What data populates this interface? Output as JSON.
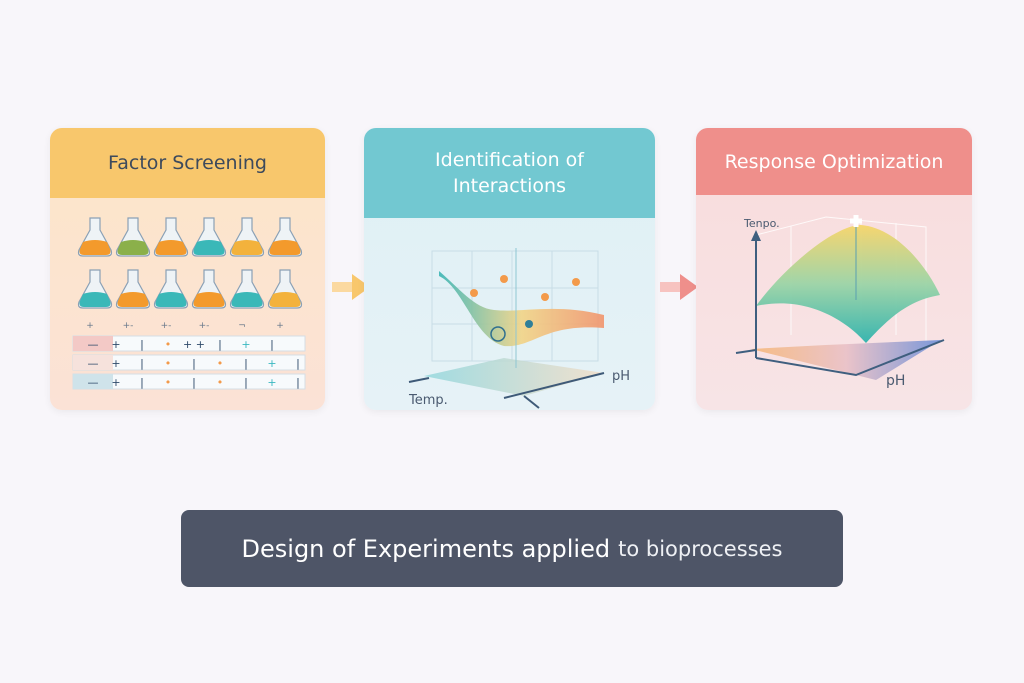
{
  "panels": [
    {
      "title": "Factor Screening",
      "flask_colors": [
        [
          "#f39a2c",
          "#8bb04a",
          "#f39a2c",
          "#3ab8b8",
          "#f3b23c",
          "#f39a2c"
        ],
        [
          "#3ab8b8",
          "#f39a2c",
          "#3ab8b8",
          "#f39a2c",
          "#3ab8b8",
          "#f3b23c"
        ]
      ],
      "table_rows": [
        [
          "—",
          "+",
          "|",
          "•",
          "+ +",
          "|",
          "+",
          "|"
        ],
        [
          "—",
          "+",
          "|",
          "•",
          "|",
          "•",
          "|",
          "+",
          "|"
        ],
        [
          "—",
          "+",
          "|",
          "•",
          "|",
          "•",
          "|",
          "+",
          "|"
        ]
      ]
    },
    {
      "title": "Identification of Interactions",
      "x_label": "Temp.",
      "y_label": "pH"
    },
    {
      "title": "Response Optimization",
      "z_label": "Tenpo.",
      "x_label": "pH"
    }
  ],
  "banner": {
    "bold": "Design of Experiments applied",
    "rest": "to bioprocesses"
  },
  "colors": {
    "orange": "#f8c76c",
    "teal": "#72c8d1",
    "salmon": "#ef8f8b",
    "banner": "#4e5567"
  }
}
